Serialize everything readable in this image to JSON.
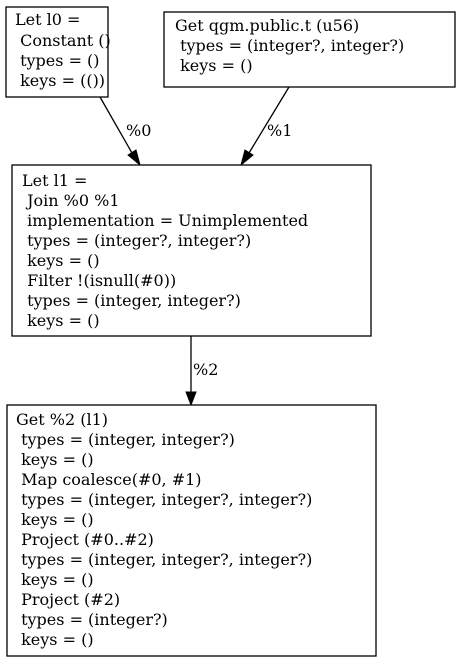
{
  "nodes": [
    {
      "id": "l0",
      "lines": [
        "Let l0 =",
        " Constant ()",
        " types = ()",
        " keys = (())"
      ]
    },
    {
      "id": "u56",
      "lines": [
        "Get qgm.public.t (u56)",
        " types = (integer?, integer?)",
        " keys = ()"
      ]
    },
    {
      "id": "l1",
      "lines": [
        "Let l1 =",
        " Join %0 %1",
        " implementation = Unimplemented",
        " types = (integer?, integer?)",
        " keys = ()",
        " Filter !(isnull(#0))",
        " types = (integer, integer?)",
        " keys = ()"
      ]
    },
    {
      "id": "get2",
      "lines": [
        "Get %2 (l1)",
        " types = (integer, integer?)",
        " keys = ()",
        " Map coalesce(#0, #1)",
        " types = (integer, integer?, integer?)",
        " keys = ()",
        " Project (#0..#2)",
        " types = (integer, integer?, integer?)",
        " keys = ()",
        " Project (#2)",
        " types = (integer?)",
        " keys = ()"
      ]
    }
  ],
  "edges": [
    {
      "from": "l0",
      "to": "l1",
      "label": "%0"
    },
    {
      "from": "u56",
      "to": "l1",
      "label": "%1"
    },
    {
      "from": "l1",
      "to": "get2",
      "label": "%2"
    }
  ]
}
